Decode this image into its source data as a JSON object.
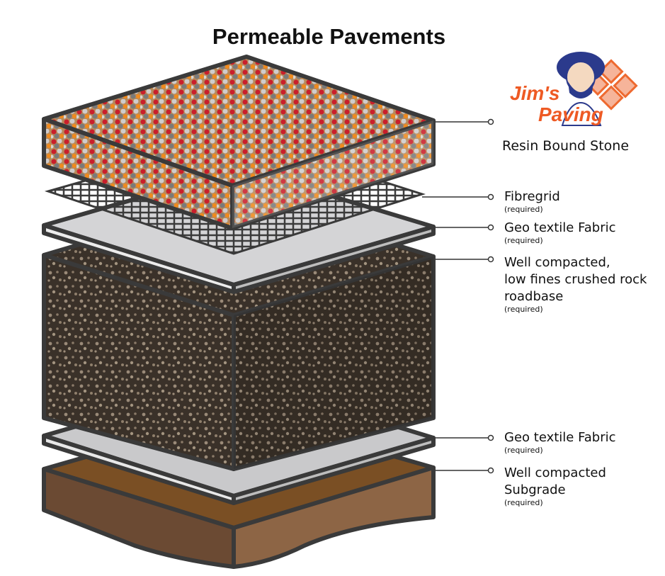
{
  "title": "Permeable Pavements",
  "logo": {
    "line1": "Jim's",
    "line2": "Paving",
    "subtitle": "Resin Bound Stone",
    "accent_color": "#ee5a24",
    "figure_color": "#2b3a8c"
  },
  "layers": [
    {
      "name": "Fibregrid",
      "note": "(required)"
    },
    {
      "name": "Geo textile Fabric",
      "note": "(required)"
    },
    {
      "name": "Well compacted,\nlow fines crushed rock\nroadbase",
      "line1": "Well compacted,",
      "line2": "low fines crushed rock",
      "line3": "roadbase",
      "note": "(required)"
    },
    {
      "name": "Geo textile Fabric",
      "note": "(required)"
    },
    {
      "name": "Well compacted\nSubgrade",
      "line1": "Well compacted",
      "line2": "Subgrade",
      "note": "(required)"
    }
  ]
}
